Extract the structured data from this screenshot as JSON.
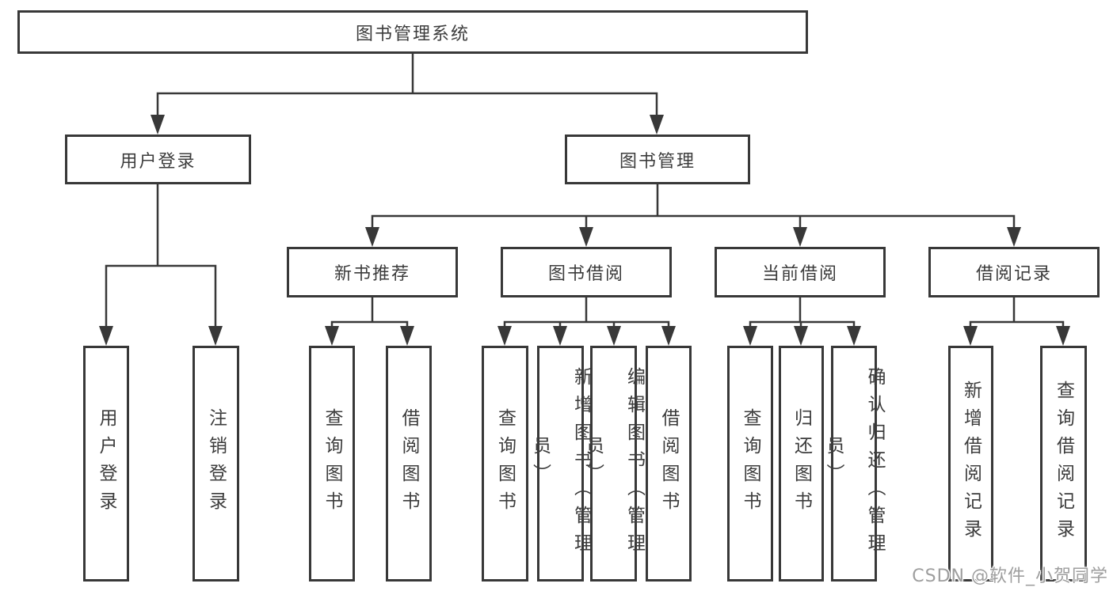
{
  "diagram": {
    "root": {
      "label": "图书管理系统"
    },
    "branches": {
      "user_login": {
        "label": "用户登录",
        "children": {
          "login": "用户登录",
          "logout": "注销登录"
        }
      },
      "book_mgmt": {
        "label": "图书管理",
        "sections": {
          "new_book_rec": {
            "label": "新书推荐",
            "children": {
              "query_book": "查询图书",
              "borrow_book": "借阅图书"
            }
          },
          "book_borrow": {
            "label": "图书借阅",
            "children": {
              "query_book": "查询图书",
              "add_book": "新增图书（管理员）",
              "edit_book": "编辑图书（管理员）",
              "borrow_book": "借阅图书"
            }
          },
          "current_borrow": {
            "label": "当前借阅",
            "children": {
              "query_book": "查询图书",
              "return_book": "归还图书",
              "confirm_return": "确认归还（管理员）"
            }
          },
          "borrow_records": {
            "label": "借阅记录",
            "children": {
              "add_record": "新增借阅记录",
              "query_record": "查询借阅记录"
            }
          }
        }
      }
    }
  },
  "watermark": {
    "text": "CSDN @软件_小贺同学"
  },
  "colors": {
    "line": "#383838",
    "text": "#3c3c3c",
    "watermark": "#9e9e9e",
    "background": "#ffffff"
  }
}
